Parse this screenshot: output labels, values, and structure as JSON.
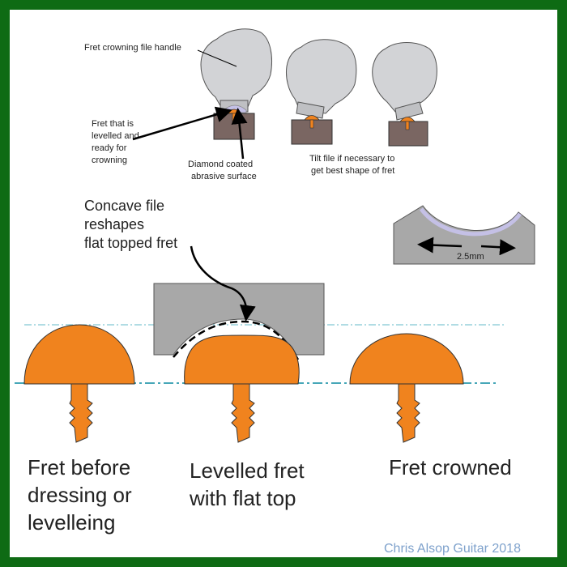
{
  "colors": {
    "border": "#0e6b14",
    "fret_orange": "#f0831e",
    "file_gray": "#a8a8a8",
    "handle_gray": "#d2d3d6",
    "stud_brown": "#7a6662",
    "guide_teal": "#0a8aa0",
    "guide_light": "#63b8c8",
    "abrasive_lilac": "#c4c0e6",
    "signature_blue": "#7fa2cc"
  },
  "top_illustration": {
    "handle_label": "Fret crowning file handle",
    "fret_label": [
      "Fret that is",
      "levelled and",
      "ready for",
      "crowning"
    ],
    "abrasive_label": [
      "Diamond coated",
      "abrasive surface"
    ],
    "tilt_label": [
      "Tilt file if necessary to",
      "get best shape of fret"
    ]
  },
  "concave": {
    "label": [
      "Concave file",
      "reshapes",
      "flat topped fret"
    ]
  },
  "file_profile": {
    "width_label": "2.5mm"
  },
  "frets": {
    "before": [
      "Fret before",
      "dressing or",
      "levelleing"
    ],
    "levelled": [
      "Levelled fret",
      "with flat top"
    ],
    "crowned": [
      "Fret crowned"
    ]
  },
  "signature": "Chris Alsop Guitar 2018"
}
